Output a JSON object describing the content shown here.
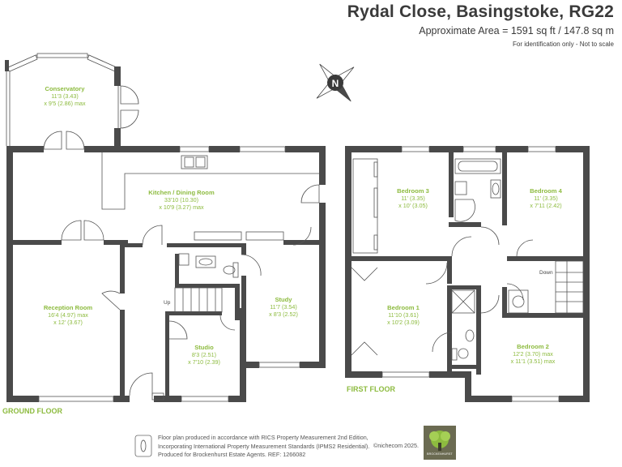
{
  "header": {
    "title": "Rydal Close, Basingstoke, RG22",
    "area": "Approximate Area = 1591 sq ft / 147.8 sq m",
    "note": "For identification only - Not to scale"
  },
  "compass": {
    "label": "N"
  },
  "floors": {
    "ground": "GROUND FLOOR",
    "first": "FIRST FLOOR"
  },
  "rooms": {
    "conservatory": {
      "name": "Conservatory",
      "dim1": "11'3 (3.43)",
      "dim2": "x 9'5 (2.86) max"
    },
    "kitchen": {
      "name": "Kitchen / Dining Room",
      "dim1": "33'10 (10.30)",
      "dim2": "x 10'9 (3.27) max"
    },
    "reception": {
      "name": "Reception Room",
      "dim1": "16'4 (4.97) max",
      "dim2": "x 12' (3.67)"
    },
    "study": {
      "name": "Study",
      "dim1": "11'7 (3.54)",
      "dim2": "x 8'3 (2.52)"
    },
    "studio": {
      "name": "Studio",
      "dim1": "8'3 (2.51)",
      "dim2": "x 7'10 (2.39)"
    },
    "bedroom3": {
      "name": "Bedroom 3",
      "dim1": "11' (3.35)",
      "dim2": "x 10' (3.05)"
    },
    "bedroom4": {
      "name": "Bedroom 4",
      "dim1": "11' (3.35)",
      "dim2": "x 7'11 (2.42)"
    },
    "bedroom1": {
      "name": "Bedroom 1",
      "dim1": "11'10 (3.61)",
      "dim2": "x 10'2 (3.09)"
    },
    "bedroom2": {
      "name": "Bedroom 2",
      "dim1": "12'2 (3.70) max",
      "dim2": "x 11'1 (3.51) max"
    }
  },
  "stairs": {
    "up": "Up",
    "down": "Down"
  },
  "footer": {
    "line1": "Floor plan produced in accordance with RICS Property Measurement 2nd Edition,",
    "line2": "Incorporating International Property Measurement Standards (IPMS2 Residential).",
    "line3": "Produced for Brockenhurst Estate Agents.",
    "ref": "REF: 1266082",
    "copyright": "©nichecom 2025."
  },
  "logo": {
    "text": "BROCKENHURST"
  },
  "colors": {
    "wall": "#4a4a4a",
    "label": "#8dbb3f",
    "text": "#3a3a3a"
  }
}
